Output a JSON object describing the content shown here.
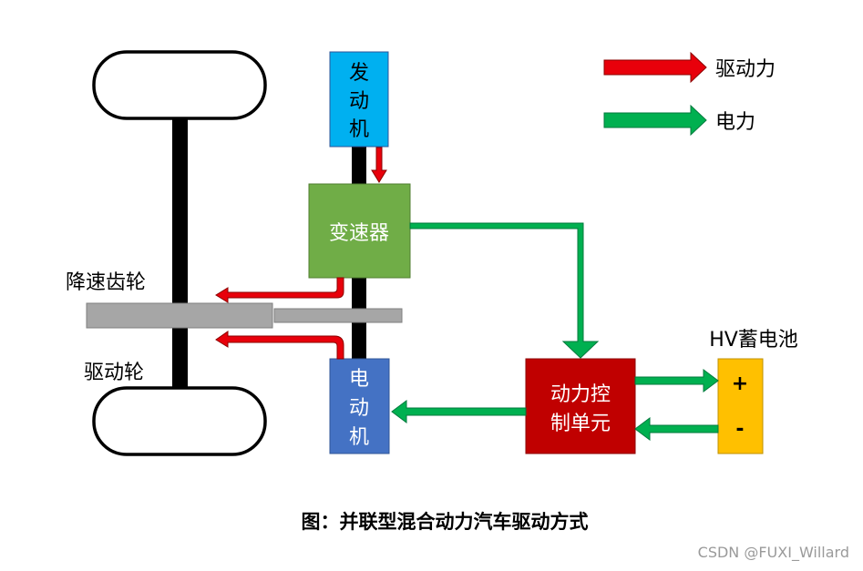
{
  "legend": {
    "drive_force": "驱动力",
    "electric_power": "电力"
  },
  "components": {
    "engine": [
      "发",
      "动",
      "机"
    ],
    "transmission": "变速器",
    "motor": [
      "电",
      "动",
      "机"
    ],
    "pcu": [
      "动力控",
      "制单元"
    ],
    "battery_title": "HV蓄电池",
    "battery_plus": "+",
    "battery_minus": "-"
  },
  "labels": {
    "reduction_gear": "降速齿轮",
    "drive_wheel": "驱动轮"
  },
  "caption": "图：并联型混合动力汽车驱动方式",
  "watermark": "CSDN @FUXI_Willard",
  "colors": {
    "drive_arrow": "#e8000b",
    "electric_arrow": "#00b050",
    "engine": "#00b0f0",
    "transmission": "#70ad47",
    "motor": "#4472c4",
    "pcu": "#c00000",
    "battery": "#ffc000",
    "gear": "#a6a6a6",
    "shaft": "#000000"
  }
}
